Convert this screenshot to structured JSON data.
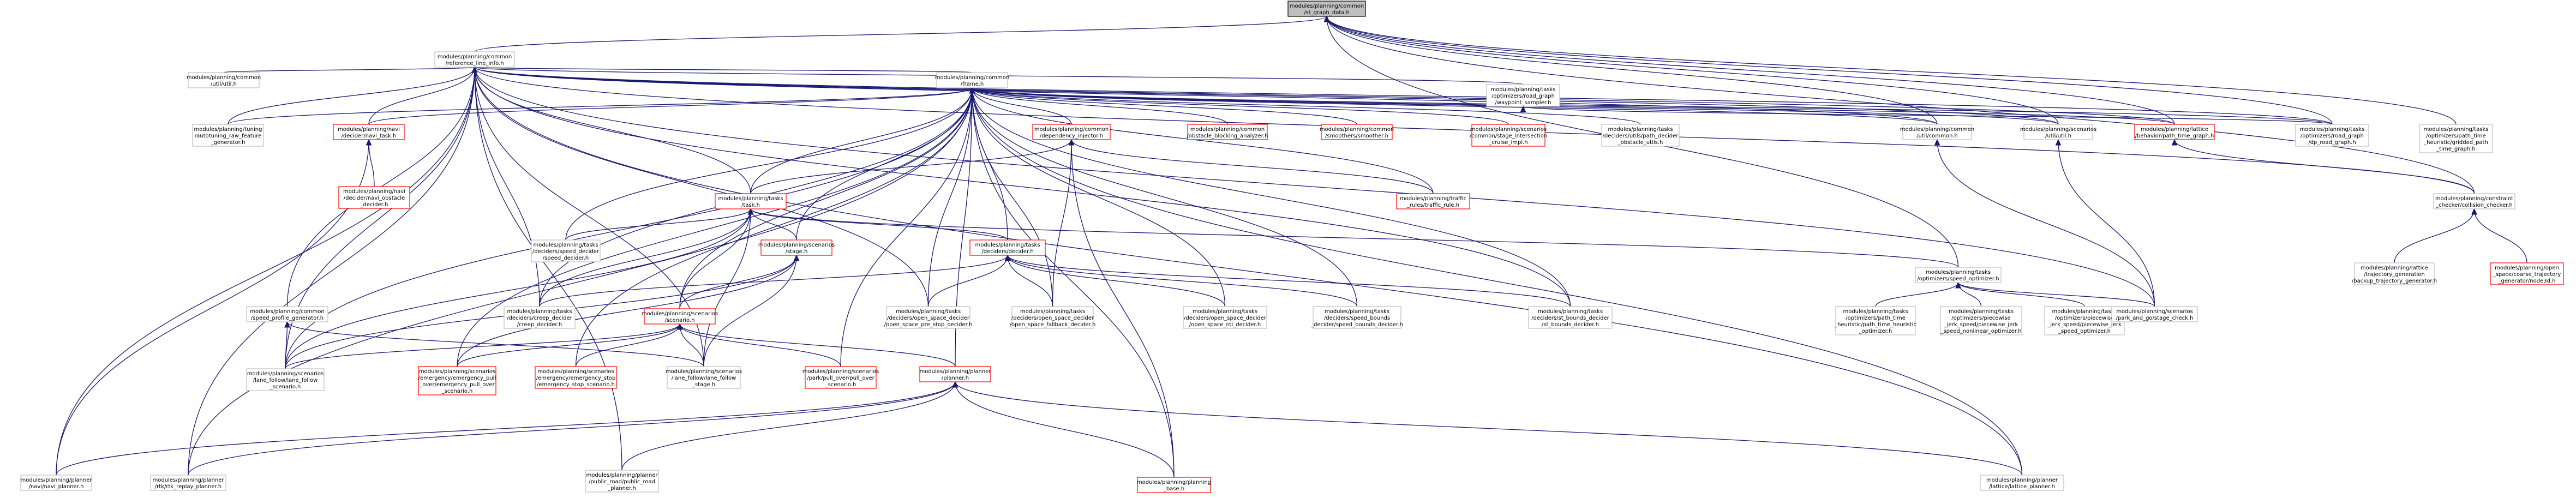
{
  "graph": {
    "nodes": [
      {
        "id": "root",
        "lines": [
          "modules/planning/common",
          "/st_graph_data.h"
        ],
        "style": "root"
      },
      {
        "id": "rli",
        "lines": [
          "modules/planning/common",
          "/reference_line_info.h"
        ],
        "style": "black"
      },
      {
        "id": "util",
        "lines": [
          "modules/planning/common",
          "/util/util.h"
        ],
        "style": "black"
      },
      {
        "id": "frame",
        "lines": [
          "modules/planning/common",
          "/frame.h"
        ],
        "style": "black"
      },
      {
        "id": "rgws",
        "lines": [
          "modules/planning/tasks",
          "/optimizers/road_graph",
          "/waypoint_sampler.h"
        ],
        "style": "black"
      },
      {
        "id": "tuning",
        "lines": [
          "modules/planning/tuning",
          "/autotuning_raw_feature",
          "_generator.h"
        ],
        "style": "black"
      },
      {
        "id": "navitask",
        "lines": [
          "modules/planning/navi",
          "/decider/navi_task.h"
        ],
        "style": "red"
      },
      {
        "id": "depinj",
        "lines": [
          "modules/planning/common",
          "/dependency_injector.h"
        ],
        "style": "red"
      },
      {
        "id": "obsblock",
        "lines": [
          "modules/planning/common",
          "/obstacle_blocking_analyzer.h"
        ],
        "style": "red"
      },
      {
        "id": "smoother",
        "lines": [
          "modules/planning/common",
          "/smoothers/smoother.h"
        ],
        "style": "red"
      },
      {
        "id": "stageint",
        "lines": [
          "modules/planning/scenarios",
          "/common/stage_intersection",
          "_cruise_impl.h"
        ],
        "style": "red"
      },
      {
        "id": "pathdec",
        "lines": [
          "modules/planning/tasks",
          "/deciders/utils/path_decider",
          "_obstacle_utils.h"
        ],
        "style": "black"
      },
      {
        "id": "common",
        "lines": [
          "modules/planning/common",
          "/util/common.h"
        ],
        "style": "black"
      },
      {
        "id": "scenutil",
        "lines": [
          "modules/planning/scenarios",
          "/util/util.h"
        ],
        "style": "black"
      },
      {
        "id": "lattice",
        "lines": [
          "modules/planning/lattice",
          "/behavior/path_time_graph.h"
        ],
        "style": "red"
      },
      {
        "id": "dprg",
        "lines": [
          "modules/planning/tasks",
          "/optimizers/road_graph",
          "/dp_road_graph.h"
        ],
        "style": "black"
      },
      {
        "id": "gridded",
        "lines": [
          "modules/planning/tasks",
          "/optimizers/path_time",
          "_heuristic/gridded_path",
          "_time_graph.h"
        ],
        "style": "black"
      },
      {
        "id": "naviobs",
        "lines": [
          "modules/planning/navi",
          "/decider/navi_obstacle",
          "_decider.h"
        ],
        "style": "red"
      },
      {
        "id": "tasksh",
        "lines": [
          "modules/planning/tasks",
          "/task.h"
        ],
        "style": "red"
      },
      {
        "id": "traffic",
        "lines": [
          "modules/planning/traffic",
          "_rules/traffic_rule.h"
        ],
        "style": "red"
      },
      {
        "id": "collision",
        "lines": [
          "modules/planning/constraint",
          "_checker/collision_checker.h"
        ],
        "style": "black"
      },
      {
        "id": "speeddec",
        "lines": [
          "modules/planning/tasks",
          "/deciders/speed_decider",
          "/speed_decider.h"
        ],
        "style": "black"
      },
      {
        "id": "stage",
        "lines": [
          "modules/planning/scenarios",
          "/stage.h"
        ],
        "style": "red"
      },
      {
        "id": "decider",
        "lines": [
          "modules/planning/tasks",
          "/deciders/decider.h"
        ],
        "style": "red"
      },
      {
        "id": "speedopt",
        "lines": [
          "modules/planning/tasks",
          "/optimizers/speed_optimizer.h"
        ],
        "style": "black"
      },
      {
        "id": "backup",
        "lines": [
          "modules/planning/lattice",
          "/trajectory_generation",
          "/backup_trajectory_generator.h"
        ],
        "style": "black"
      },
      {
        "id": "hybrid",
        "lines": [
          "modules/planning/open",
          "_space/coarse_trajectory",
          "_generator/node3d.h"
        ],
        "style": "red"
      },
      {
        "id": "spgen",
        "lines": [
          "modules/planning/common",
          "/speed_profile_generator.h"
        ],
        "style": "black"
      },
      {
        "id": "creep",
        "lines": [
          "modules/planning/tasks",
          "/deciders/creep_decider",
          "/creep_decider.h"
        ],
        "style": "black"
      },
      {
        "id": "scenario",
        "lines": [
          "modules/planning/scenarios",
          "/scenario.h"
        ],
        "style": "red"
      },
      {
        "id": "ospre",
        "lines": [
          "modules/planning/tasks",
          "/deciders/open_space_decider",
          "/open_space_pre_stop_decider.h"
        ],
        "style": "black"
      },
      {
        "id": "osfall",
        "lines": [
          "modules/planning/tasks",
          "/deciders/open_space_decider",
          "/open_space_fallback_decider.h"
        ],
        "style": "black"
      },
      {
        "id": "osroi",
        "lines": [
          "modules/planning/tasks",
          "/deciders/open_space_decider",
          "/open_space_roi_decider.h"
        ],
        "style": "black"
      },
      {
        "id": "spbound",
        "lines": [
          "modules/planning/tasks",
          "/deciders/speed_bounds",
          "_decider/speed_bounds_decider.h"
        ],
        "style": "black"
      },
      {
        "id": "stbound",
        "lines": [
          "modules/planning/tasks",
          "/deciders/st_bounds_decider",
          "/st_bounds_decider.h"
        ],
        "style": "black"
      },
      {
        "id": "pthopt",
        "lines": [
          "modules/planning/tasks",
          "/optimizers/path_time",
          "_heuristic/path_time_heuristic",
          "_optimizer.h"
        ],
        "style": "black"
      },
      {
        "id": "pwnl",
        "lines": [
          "modules/planning/tasks",
          "/optimizers/piecewise",
          "_jerk_speed/piecewise_jerk",
          "_speed_nonlinear_optimizer.h"
        ],
        "style": "black"
      },
      {
        "id": "pwso",
        "lines": [
          "modules/planning/tasks",
          "/optimizers/piecewise",
          "_jerk_speed/piecewise_jerk",
          "_speed_optimizer.h"
        ],
        "style": "black"
      },
      {
        "id": "parkgo",
        "lines": [
          "modules/planning/scenarios",
          "/park_and_go/stage_check.h"
        ],
        "style": "black"
      },
      {
        "id": "lfscen",
        "lines": [
          "modules/planning/scenarios",
          "/lane_follow/lane_follow",
          "_scenario.h"
        ],
        "style": "black"
      },
      {
        "id": "emerpull",
        "lines": [
          "modules/planning/scenarios",
          "/emergency/emergency_pull",
          "_over/emergency_pull_over",
          "_scenario.h"
        ],
        "style": "red"
      },
      {
        "id": "emerstop",
        "lines": [
          "modules/planning/scenarios",
          "/emergency/emergency_stop",
          "/emergency_stop_scenario.h"
        ],
        "style": "red"
      },
      {
        "id": "lfstage",
        "lines": [
          "modules/planning/scenarios",
          "/lane_follow/lane_follow",
          "_stage.h"
        ],
        "style": "black"
      },
      {
        "id": "pullover",
        "lines": [
          "modules/planning/scenarios",
          "/park/pull_over/pull_over",
          "_scenario.h"
        ],
        "style": "red"
      },
      {
        "id": "planner",
        "lines": [
          "modules/planning/planner",
          "/planner.h"
        ],
        "style": "red"
      },
      {
        "id": "navip",
        "lines": [
          "modules/planning/planner",
          "/navi/navi_planner.h"
        ],
        "style": "black"
      },
      {
        "id": "rtk",
        "lines": [
          "modules/planning/planner",
          "/rtk/rtk_replay_planner.h"
        ],
        "style": "black"
      },
      {
        "id": "publicroad",
        "lines": [
          "modules/planning/planner",
          "/public_road/public_road",
          "_planner.h"
        ],
        "style": "black"
      },
      {
        "id": "plannerbase",
        "lines": [
          "modules/planning/planning",
          "_base.h"
        ],
        "style": "red"
      },
      {
        "id": "latticep",
        "lines": [
          "modules/planning/planner",
          "/lattice/lattice_planner.h"
        ],
        "style": "black"
      }
    ],
    "edges": [
      [
        "root",
        "rli"
      ],
      [
        "root",
        "lattice"
      ],
      [
        "root",
        "gridded"
      ],
      [
        "root",
        "dprg"
      ],
      [
        "root",
        "speedopt"
      ],
      [
        "root",
        "collision"
      ],
      [
        "root",
        "scenutil"
      ],
      [
        "root",
        "common"
      ],
      [
        "rli",
        "frame"
      ],
      [
        "rli",
        "util"
      ],
      [
        "rli",
        "tuning"
      ],
      [
        "rli",
        "navitask"
      ],
      [
        "rli",
        "tasksh"
      ],
      [
        "rli",
        "common"
      ],
      [
        "rli",
        "scenutil"
      ],
      [
        "rli",
        "lattice"
      ],
      [
        "rli",
        "dprg"
      ],
      [
        "rli",
        "rgws"
      ],
      [
        "rli",
        "collision"
      ],
      [
        "rli",
        "spgen"
      ],
      [
        "rli",
        "lfscen"
      ],
      [
        "rli",
        "lfstage"
      ],
      [
        "rli",
        "navip"
      ],
      [
        "rli",
        "rtk"
      ],
      [
        "rli",
        "publicroad"
      ],
      [
        "rli",
        "latticep"
      ],
      [
        "rli",
        "stbound"
      ],
      [
        "rli",
        "parkgo"
      ],
      [
        "rli",
        "creep"
      ],
      [
        "rli",
        "ospre"
      ],
      [
        "frame",
        "tuning"
      ],
      [
        "frame",
        "navitask"
      ],
      [
        "frame",
        "depinj"
      ],
      [
        "frame",
        "obsblock"
      ],
      [
        "frame",
        "smoother"
      ],
      [
        "frame",
        "stageint"
      ],
      [
        "frame",
        "pathdec"
      ],
      [
        "frame",
        "common"
      ],
      [
        "frame",
        "scenutil"
      ],
      [
        "frame",
        "lattice"
      ],
      [
        "frame",
        "traffic"
      ],
      [
        "frame",
        "tasksh"
      ],
      [
        "frame",
        "stage"
      ],
      [
        "frame",
        "decider"
      ],
      [
        "frame",
        "speeddec"
      ],
      [
        "frame",
        "creep"
      ],
      [
        "frame",
        "ospre"
      ],
      [
        "frame",
        "osfall"
      ],
      [
        "frame",
        "osroi"
      ],
      [
        "frame",
        "spbound"
      ],
      [
        "frame",
        "stbound"
      ],
      [
        "frame",
        "scenario"
      ],
      [
        "frame",
        "planner"
      ],
      [
        "frame",
        "latticep"
      ],
      [
        "frame",
        "plannerbase"
      ],
      [
        "frame",
        "rtk"
      ],
      [
        "frame",
        "lfscen"
      ],
      [
        "frame",
        "emerpull"
      ],
      [
        "frame",
        "emerstop"
      ],
      [
        "frame",
        "pullover"
      ],
      [
        "frame",
        "dprg"
      ],
      [
        "navitask",
        "naviobs"
      ],
      [
        "navitask",
        "navip"
      ],
      [
        "depinj",
        "tasksh"
      ],
      [
        "depinj",
        "traffic"
      ],
      [
        "depinj",
        "osfall"
      ],
      [
        "depinj",
        "plannerbase"
      ],
      [
        "tasksh",
        "speeddec"
      ],
      [
        "tasksh",
        "stage"
      ],
      [
        "tasksh",
        "decider"
      ],
      [
        "tasksh",
        "speedopt"
      ],
      [
        "tasksh",
        "creep"
      ],
      [
        "tasksh",
        "scenario"
      ],
      [
        "tasksh",
        "lfscen"
      ],
      [
        "tasksh",
        "lfstage"
      ],
      [
        "stage",
        "scenario"
      ],
      [
        "stage",
        "lfstage"
      ],
      [
        "stage",
        "emerpull"
      ],
      [
        "stage",
        "lfscen"
      ],
      [
        "decider",
        "creep"
      ],
      [
        "decider",
        "ospre"
      ],
      [
        "decider",
        "osfall"
      ],
      [
        "decider",
        "osroi"
      ],
      [
        "decider",
        "spbound"
      ],
      [
        "decider",
        "stbound"
      ],
      [
        "speedopt",
        "pthopt"
      ],
      [
        "speedopt",
        "pwnl"
      ],
      [
        "speedopt",
        "pwso"
      ],
      [
        "speedopt",
        "parkgo"
      ],
      [
        "collision",
        "backup"
      ],
      [
        "collision",
        "hybrid"
      ],
      [
        "lattice",
        "collision"
      ],
      [
        "rgws",
        "dprg"
      ],
      [
        "common",
        "parkgo"
      ],
      [
        "scenutil",
        "parkgo"
      ],
      [
        "spgen",
        "lfscen"
      ],
      [
        "spgen",
        "lfstage"
      ],
      [
        "scenario",
        "lfscen"
      ],
      [
        "scenario",
        "emerpull"
      ],
      [
        "scenario",
        "emerstop"
      ],
      [
        "scenario",
        "lfstage"
      ],
      [
        "scenario",
        "pullover"
      ],
      [
        "scenario",
        "planner"
      ],
      [
        "planner",
        "navip"
      ],
      [
        "planner",
        "rtk"
      ],
      [
        "planner",
        "publicroad"
      ],
      [
        "planner",
        "plannerbase"
      ],
      [
        "planner",
        "latticep"
      ]
    ]
  }
}
